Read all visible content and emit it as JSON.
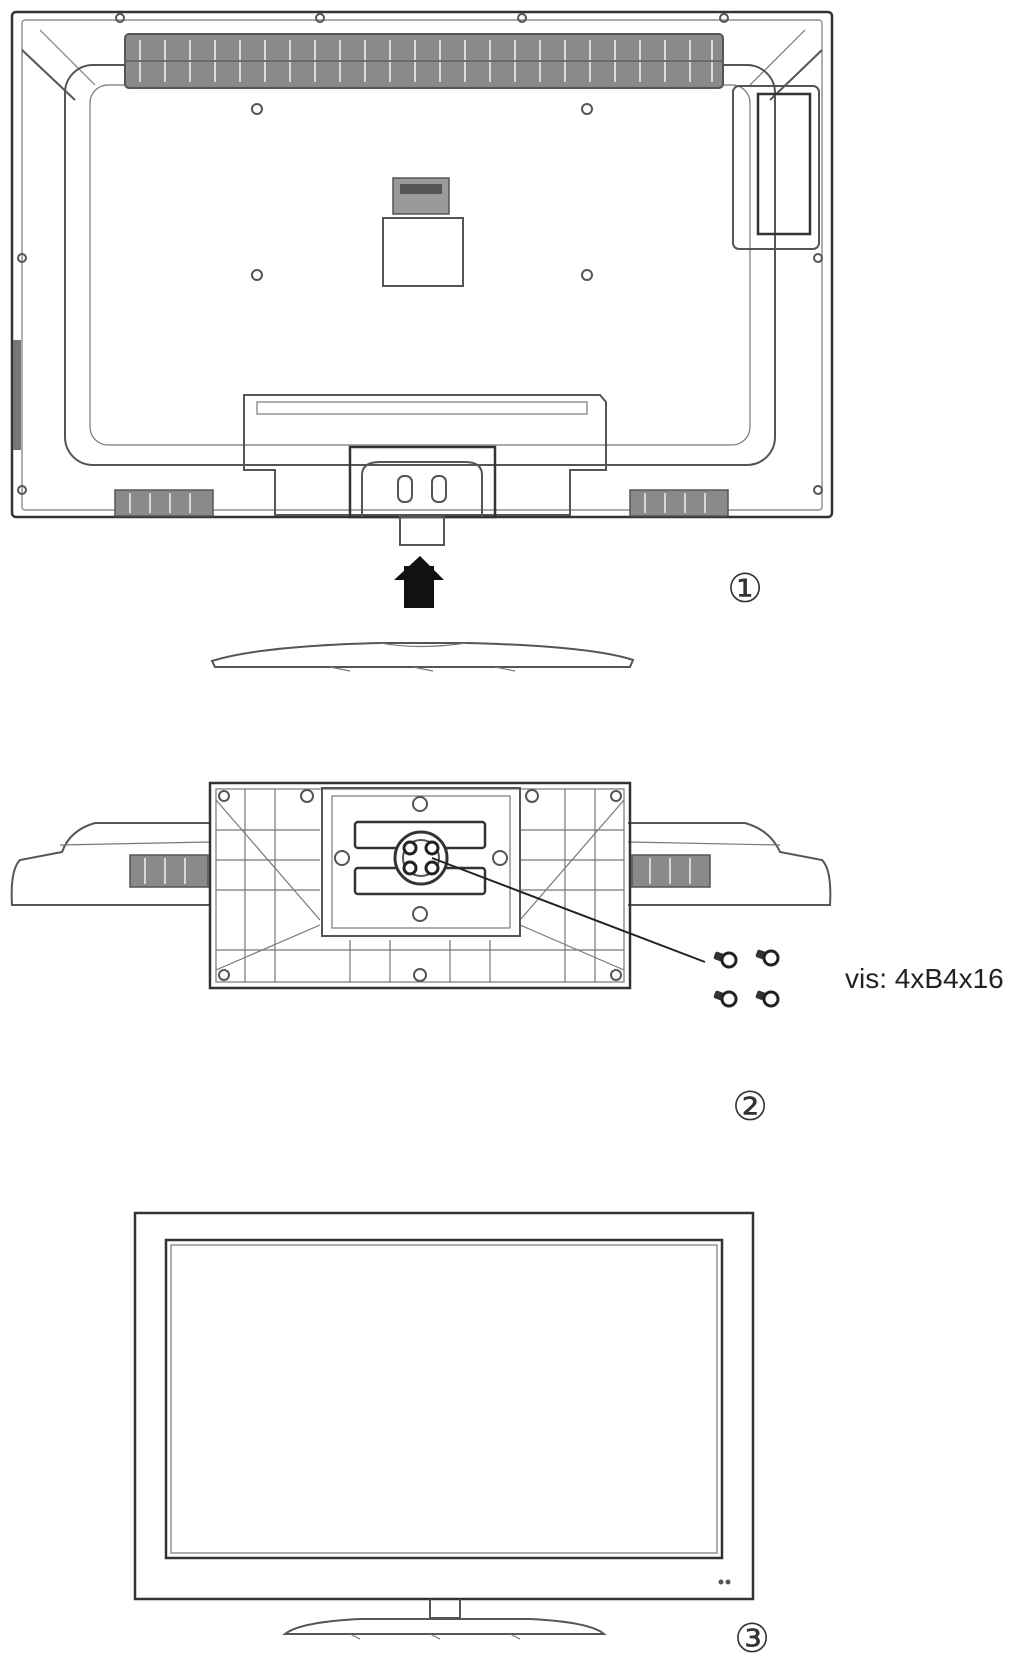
{
  "steps": [
    {
      "number": "①"
    },
    {
      "number": "②"
    },
    {
      "number": "③"
    }
  ],
  "screw_label": "vis: 4xB4x16",
  "colors": {
    "line": "#555555",
    "background": "#ffffff"
  }
}
